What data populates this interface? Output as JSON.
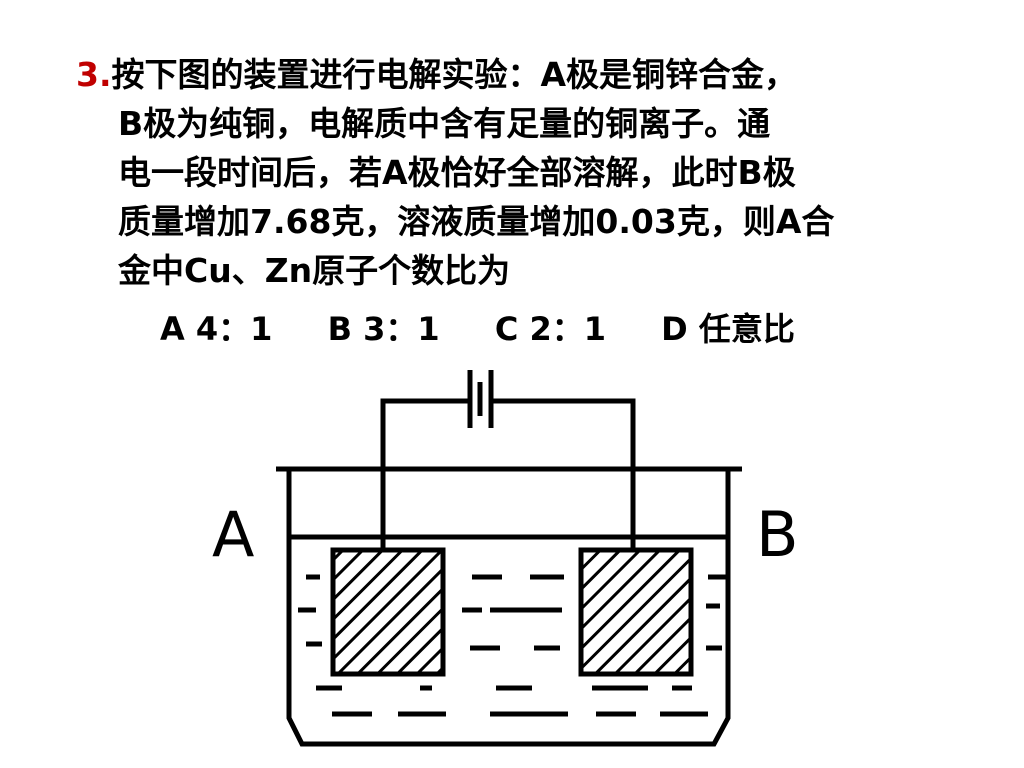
{
  "question": {
    "number": "3.",
    "line1": "按下图的装置进行电解实验：A极是铜锌合金，",
    "line2": "B极为纯铜，电解质中含有足量的铜离子。通",
    "line3": "电一段时间后，若A极恰好全部溶解，此时B极",
    "line4": "质量增加7.68克，溶液质量增加0.03克，则A合",
    "line5": "金中Cu、Zn原子个数比为"
  },
  "options": [
    {
      "text": "A  4：1"
    },
    {
      "text": "B  3：1"
    },
    {
      "text": "C  2：1"
    },
    {
      "text": "D  任意比"
    }
  ],
  "diagram": {
    "electrode_a_label": "A",
    "electrode_b_label": "B"
  }
}
